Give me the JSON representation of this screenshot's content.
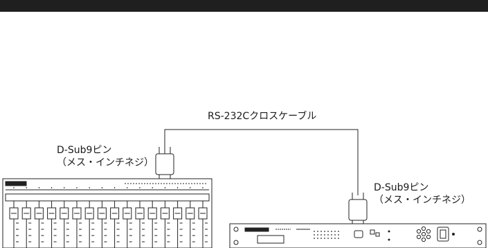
{
  "header": {
    "title": ""
  },
  "cable": {
    "label": "RS-232Cクロスケーブル"
  },
  "connector_left": {
    "line1": "D-Sub9ピン",
    "line2": "（メス・インチネジ）"
  },
  "connector_right": {
    "line1": "D-Sub9ピン",
    "line2": "（メス・インチネジ）"
  },
  "colors": {
    "header_bg": "#1f1f1f",
    "stroke": "#222222",
    "background": "#ffffff"
  }
}
